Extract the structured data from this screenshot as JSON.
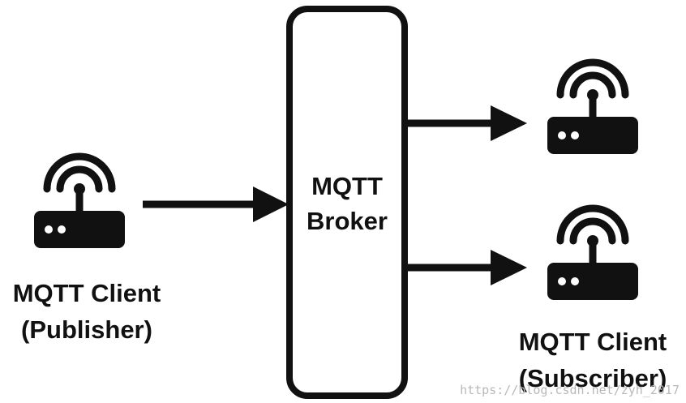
{
  "broker": {
    "line1": "MQTT",
    "line2": "Broker"
  },
  "publisher": {
    "line1": "MQTT Client",
    "line2": "(Publisher)",
    "icon": "router-icon"
  },
  "subscriber": {
    "line1": "MQTT Client",
    "line2": "(Subscriber)",
    "icon": "router-icon"
  },
  "watermark": "https://blog.csdn.net/zyh_2017",
  "colors": {
    "ink": "#111111",
    "background": "#ffffff",
    "watermark": "#b9b9b9"
  }
}
